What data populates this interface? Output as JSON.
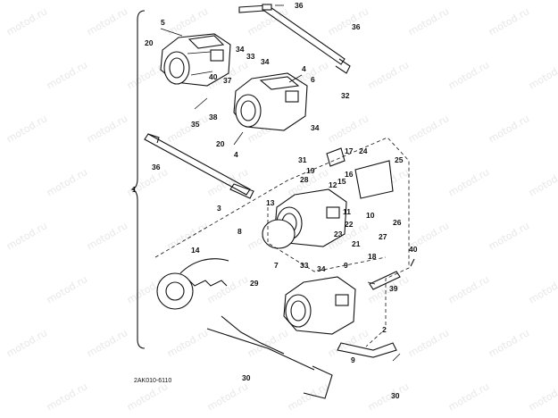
{
  "diagram": {
    "callouts": {
      "c1": "1",
      "c2": "2",
      "c3": "3",
      "c4a": "4",
      "c4b": "4",
      "c5": "5",
      "c6": "6",
      "c7": "7",
      "c8": "8",
      "c9a": "9",
      "c9b": "9",
      "c10": "10",
      "c11": "11",
      "c12": "12",
      "c13": "13",
      "c14": "14",
      "c15": "15",
      "c16": "16",
      "c17": "17",
      "c18": "18",
      "c19": "19",
      "c20a": "20",
      "c20b": "20",
      "c21": "21",
      "c22": "22",
      "c23": "23",
      "c24": "24",
      "c25": "25",
      "c26": "26",
      "c27": "27",
      "c28": "28",
      "c29": "29",
      "c30a": "30",
      "c30b": "30",
      "c31": "31",
      "c32": "32",
      "c33a": "33",
      "c33b": "33",
      "c34a": "34",
      "c34b": "34",
      "c34c": "34",
      "c34d": "34",
      "c35": "35",
      "c36a": "36",
      "c36b": "36",
      "c36c": "36",
      "c37": "37",
      "c38": "38",
      "c39": "39",
      "c40a": "40",
      "c40b": "40"
    },
    "drawing_code": "2AK010-6110",
    "watermark": "motod.ru"
  }
}
